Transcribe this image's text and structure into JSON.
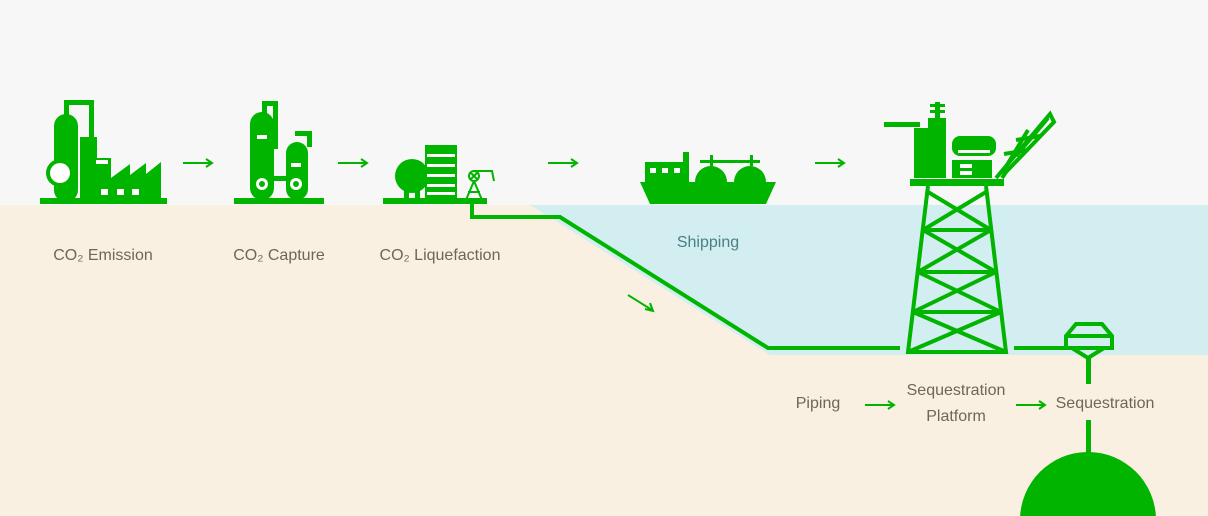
{
  "colors": {
    "sky": "#f7f7f7",
    "ground": "#f9f0e2",
    "sea": "#d3eef0",
    "icon": "#00b400",
    "label": "#6e6657",
    "sea_label": "#4a7f86"
  },
  "stages": {
    "emission": "CO₂ Emission",
    "capture": "CO₂ Capture",
    "liquefaction": "CO₂ Liquefaction",
    "shipping": "Shipping",
    "piping": "Piping",
    "platform_line1": "Sequestration",
    "platform_line2": "Platform",
    "sequestration": "Sequestration"
  },
  "icons": [
    "factory-icon",
    "capture-plant-icon",
    "liquefaction-plant-icon",
    "tanker-ship-icon",
    "offshore-platform-icon",
    "wellhead-icon",
    "reservoir-icon"
  ]
}
